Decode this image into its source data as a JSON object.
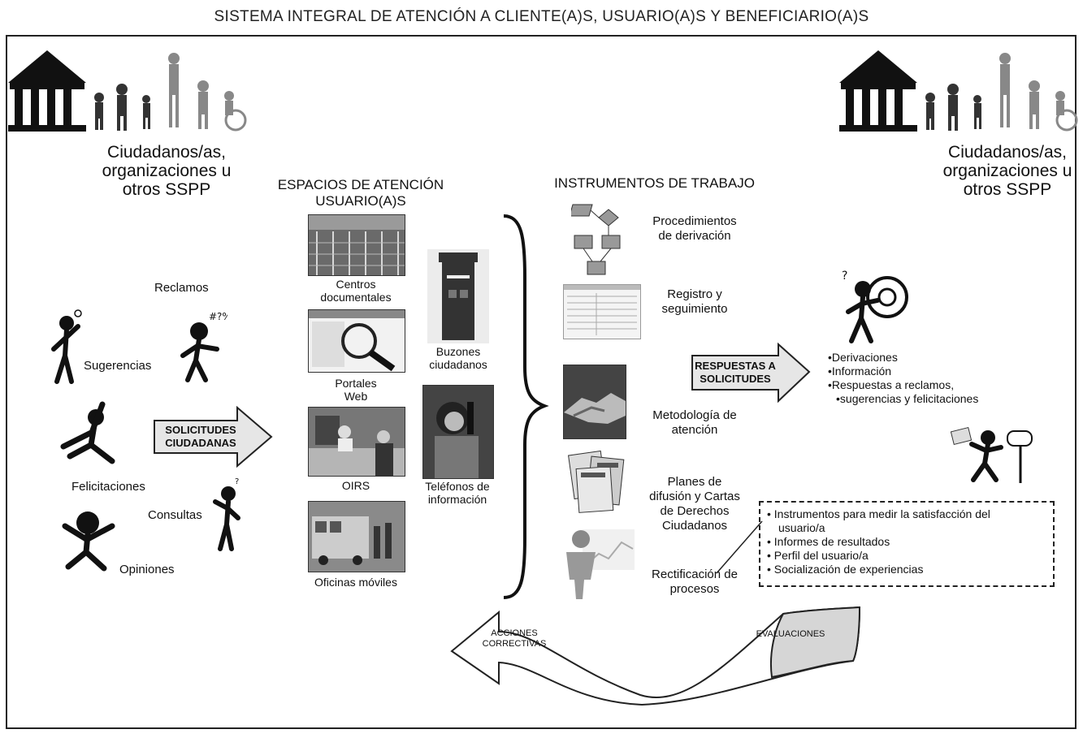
{
  "title": "SISTEMA INTEGRAL DE ATENCIÓN A CLIENTE(A)S, USUARIO(A)S Y BENEFICIARIO(A)S",
  "left_group": {
    "label_lines": [
      "Ciudadanos/as,",
      "organizaciones u",
      "otros SSPP"
    ]
  },
  "right_group": {
    "label_lines": [
      "Ciudadanos/as,",
      "organizaciones u",
      "otros SSPP"
    ]
  },
  "request_types": {
    "reclamos": "Reclamos",
    "sugerencias": "Sugerencias",
    "felicitaciones": "Felicitaciones",
    "consultas": "Consultas",
    "opiniones": "Opiniones"
  },
  "solicitudes_arrow": {
    "lines": [
      "SOLICITUDES",
      "CIUDADANAS"
    ]
  },
  "espacios": {
    "header_lines": [
      "ESPACIOS DE ATENCIÓN",
      "USUARIO(A)S"
    ],
    "items": [
      {
        "lines": [
          "Centros",
          "documentales"
        ]
      },
      {
        "lines": [
          "Portales",
          "Web"
        ]
      },
      {
        "lines": [
          "OIRS"
        ]
      },
      {
        "lines": [
          "Oficinas móviles"
        ]
      }
    ],
    "buzones": [
      "Buzones",
      "ciudadanos"
    ],
    "telefonos": [
      "Teléfonos de",
      "información"
    ]
  },
  "instrumentos": {
    "header": "INSTRUMENTOS DE TRABAJO",
    "items": [
      {
        "lines": [
          "Procedimientos",
          "de derivación"
        ]
      },
      {
        "lines": [
          "Registro y",
          "seguimiento"
        ]
      },
      {
        "lines": [
          "Metodología de",
          "atención"
        ]
      },
      {
        "lines": [
          "Planes de",
          "difusión y Cartas",
          "de Derechos",
          "Ciudadanos"
        ]
      },
      {
        "lines": [
          "Rectificación de",
          "procesos"
        ]
      }
    ]
  },
  "respuestas_arrow": {
    "lines": [
      "RESPUESTAS A",
      "SOLICITUDES"
    ]
  },
  "outputs": {
    "items": [
      "Derivaciones",
      "Información",
      "Respuestas a reclamos,",
      "sugerencias y felicitaciones"
    ]
  },
  "evaluation_box": {
    "items": [
      "Instrumentos para medir la satisfacción del",
      "usuario/a",
      "Informes de resultados",
      "Perfil del usuario/a",
      "Socialización de experiencias"
    ]
  },
  "loop": {
    "acciones_lines": [
      "ACCIONES",
      "CORRECTIVAS"
    ],
    "evaluaciones": "EVALUACIONES"
  },
  "colors": {
    "ink": "#111111",
    "arrow_fill": "#e6e6e6",
    "photo_dark": "#555555"
  }
}
